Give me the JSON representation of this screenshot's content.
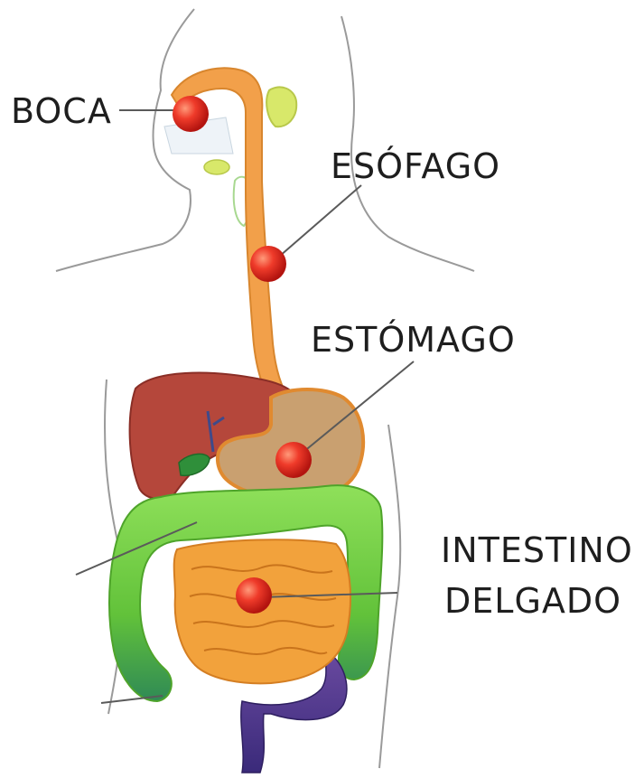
{
  "labels": {
    "boca": "BOCA",
    "esofago": "ESÓFAGO",
    "estomago": "ESTÓMAGO",
    "intestino_delgado_line1": "INTESTINO",
    "intestino_delgado_line2": "DELGADO"
  },
  "colors": {
    "marker": "#e8261f",
    "esophagus": "#f2a04a",
    "stomach": "#c9a070",
    "liver": "#b5473b",
    "large_intestine": "#7ed048",
    "small_intestine": "#f2a23c",
    "rectum": "#4a3a8a",
    "gallbladder": "#2f8f3a",
    "thyroid": "#d8e86a"
  }
}
